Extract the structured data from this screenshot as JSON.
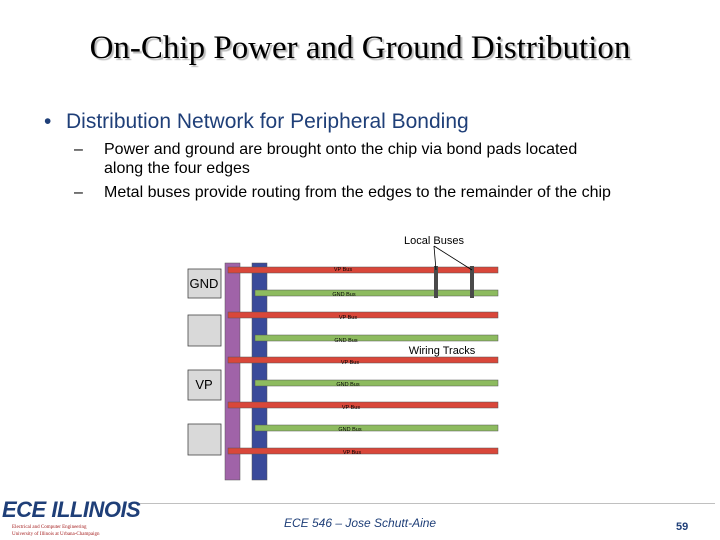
{
  "slide": {
    "title": "On-Chip Power and Ground Distribution",
    "bullet": "Distribution Network for Peripheral Bonding",
    "subbullets": [
      {
        "dash": "–",
        "line1": "Power and ground are brought onto the chip via bond pads located",
        "line2": "along the four edges"
      },
      {
        "dash": "–",
        "line1": "Metal buses provide routing from the edges to the remainder of the chip",
        "line2": ""
      }
    ]
  },
  "diagram": {
    "local_buses_label": "Local Buses",
    "wiring_tracks_label": "Wiring Tracks",
    "pads": [
      "GND",
      "",
      "VP",
      ""
    ],
    "buses": [
      "VP Bus",
      "GND Bus",
      "VP Bus",
      "GND Bus",
      "VP Bus",
      "GND Bus",
      "VP Bus",
      "GND Bus",
      "VP Bus"
    ],
    "colors": {
      "vp_bus": "#d9473a",
      "gnd_bus": "#8dbb5f",
      "vp_rail": "#a063a8",
      "gnd_rail": "#3a4a9a",
      "pad_fill": "#d9d9d9"
    }
  },
  "footer": {
    "text": "ECE 546 – Jose Schutt-Aine",
    "page": "59",
    "logo_main": "ECE ILLINOIS",
    "logo_line1": "Electrical and Computer Engineering",
    "logo_line2": "University of Illinois at Urbana-Champaign"
  }
}
